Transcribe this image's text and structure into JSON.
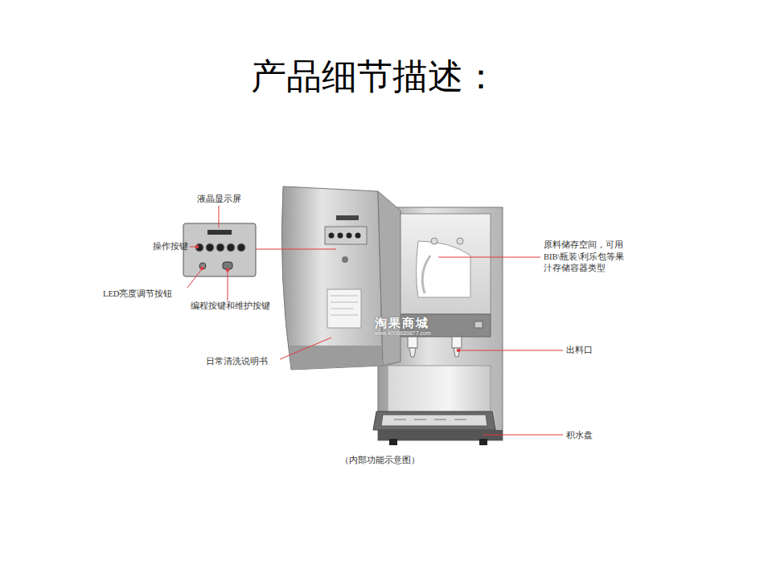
{
  "diagram": {
    "title": "产品细节描述：",
    "caption": "（内部功能示意图）",
    "labels": [
      "液晶显示屏",
      "操作按键",
      "LED亮度调节按钮",
      "编程按键和维护按键",
      "日常清洗说明书",
      "原料储存空间，可用BIB\\瓶装\\利乐包等果汁存储容器类型",
      "出料口",
      "积水盘",
      "淘果商城",
      "www.4006689877.com"
    ]
  }
}
